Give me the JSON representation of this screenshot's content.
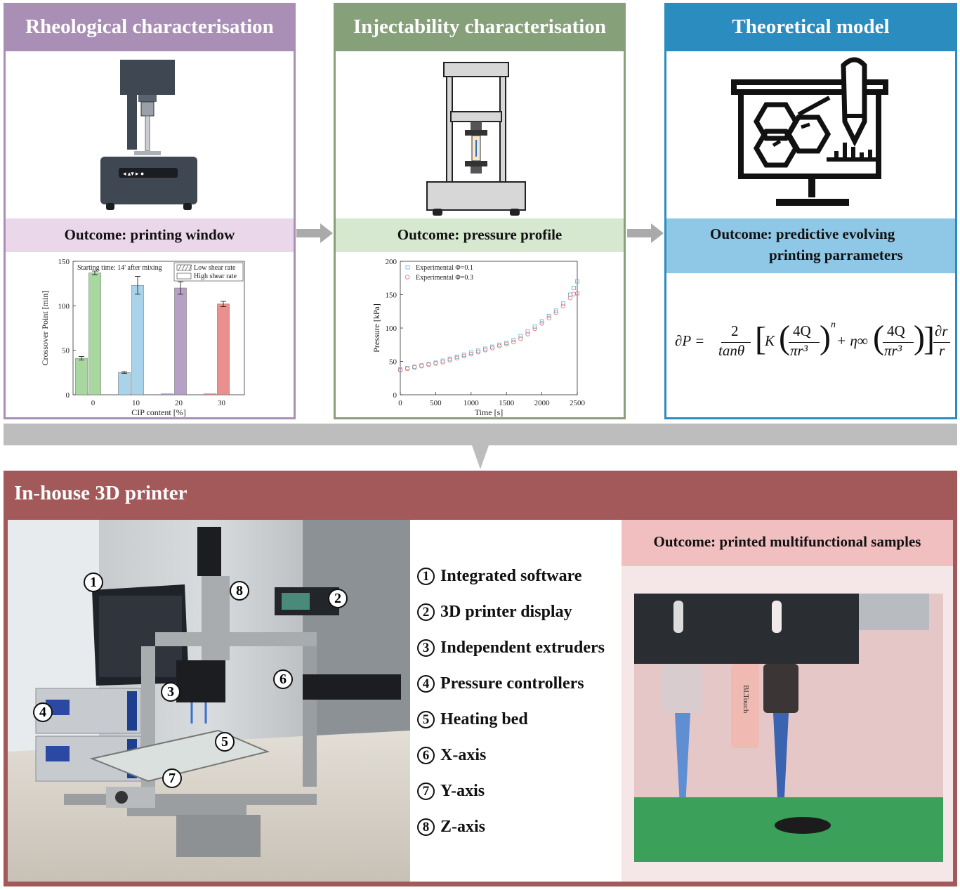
{
  "panels": {
    "rheo": {
      "title": "Rheological characterisation",
      "outcome": "Outcome: printing window",
      "color": "#a98fb5",
      "outcome_bg": "#ead7ea"
    },
    "inject": {
      "title": "Injectability characterisation",
      "outcome": "Outcome: pressure profile",
      "color": "#86a07a",
      "outcome_bg": "#d6e8cf"
    },
    "theory": {
      "title": "Theoretical model",
      "outcome_line1": "Outcome: predictive evolving",
      "outcome_line2": "printing parrameters",
      "color": "#2a8cbf",
      "outcome_bg": "#8ec8e6"
    }
  },
  "printer": {
    "title": "In-house 3D printer",
    "color": "#a3585a",
    "outcome": "Outcome: printed multifunctional samples",
    "outcome_bg": "#f2bfc1",
    "components": [
      {
        "num": "1",
        "label": "Integrated software"
      },
      {
        "num": "2",
        "label": "3D printer display"
      },
      {
        "num": "3",
        "label": "Independent extruders"
      },
      {
        "num": "4",
        "label": "Pressure controllers"
      },
      {
        "num": "5",
        "label": "Heating bed"
      },
      {
        "num": "6",
        "label": "X-axis"
      },
      {
        "num": "7",
        "label": "Y-axis"
      },
      {
        "num": "8",
        "label": "Z-axis"
      }
    ],
    "photo_badges": [
      "1",
      "2",
      "3",
      "4",
      "5",
      "6",
      "7",
      "8"
    ],
    "bltouch_text": "BLTouch"
  },
  "monitor_display_symbols": "◂ ▴▾ ▸    ●",
  "equation": {
    "lhs": "∂P =",
    "frac1_num": "2",
    "frac1_den": "tanθ",
    "K": "K",
    "frac2_num": "4Q",
    "frac2_den": "πr³",
    "exp_n": "n",
    "plus_eta": "+ η∞",
    "frac3_num": "4Q",
    "frac3_den": "πr³",
    "frac4_num": "∂r",
    "frac4_den": "r"
  },
  "chart_data": [
    {
      "type": "bar",
      "annotation": "Starting time: 14' after mixing",
      "xlabel": "CIP content [%]",
      "ylabel": "Crossover Point [min]",
      "categories": [
        "0",
        "10",
        "20",
        "30"
      ],
      "ylim": [
        0,
        150
      ],
      "yticks": [
        "0",
        "50",
        "100",
        "150"
      ],
      "series": [
        {
          "name": "Low shear rate",
          "values": [
            41,
            25,
            1,
            1
          ],
          "errors": [
            2,
            1,
            0,
            0
          ]
        },
        {
          "name": "High shear rate",
          "values": [
            137,
            123,
            120,
            102
          ],
          "errors": [
            2,
            10,
            7,
            3
          ]
        }
      ],
      "bar_colors": [
        "#a9d7a0",
        "#a9d3ea",
        "#b7a0c6",
        "#ea8f8f"
      ],
      "legend": "top-right"
    },
    {
      "type": "scatter",
      "xlabel": "Time [s]",
      "ylabel": "Pressure [kPa]",
      "xlim": [
        0,
        2500
      ],
      "ylim": [
        0,
        200
      ],
      "xticks": [
        "0",
        "500",
        "1000",
        "1500",
        "2000",
        "2500"
      ],
      "yticks": [
        "0",
        "50",
        "100",
        "150",
        "200"
      ],
      "series": [
        {
          "name": "Experimental Φ=0.1",
          "marker": "square",
          "color": "#5fb4d6",
          "x": [
            0,
            100,
            200,
            300,
            400,
            500,
            600,
            700,
            800,
            900,
            1000,
            1100,
            1200,
            1300,
            1400,
            1500,
            1600,
            1700,
            1800,
            1900,
            2000,
            2100,
            2200,
            2300,
            2400,
            2450,
            2500
          ],
          "y": [
            38,
            40,
            42,
            44,
            46,
            48,
            51,
            54,
            57,
            60,
            63,
            66,
            69,
            72,
            75,
            78,
            82,
            88,
            95,
            102,
            110,
            118,
            126,
            137,
            150,
            160,
            170
          ]
        },
        {
          "name": "Experimental Φ=0.3",
          "marker": "circle",
          "color": "#e06f6f",
          "x": [
            0,
            100,
            200,
            300,
            400,
            500,
            600,
            700,
            800,
            900,
            1000,
            1100,
            1200,
            1300,
            1400,
            1500,
            1600,
            1700,
            1800,
            1900,
            2000,
            2100,
            2200,
            2300,
            2400,
            2450,
            2500
          ],
          "y": [
            37,
            39,
            41,
            43,
            45,
            47,
            49,
            52,
            55,
            58,
            61,
            64,
            67,
            70,
            73,
            76,
            79,
            84,
            91,
            99,
            107,
            115,
            123,
            133,
            145,
            151,
            152
          ]
        }
      ],
      "legend": "top-left"
    }
  ]
}
